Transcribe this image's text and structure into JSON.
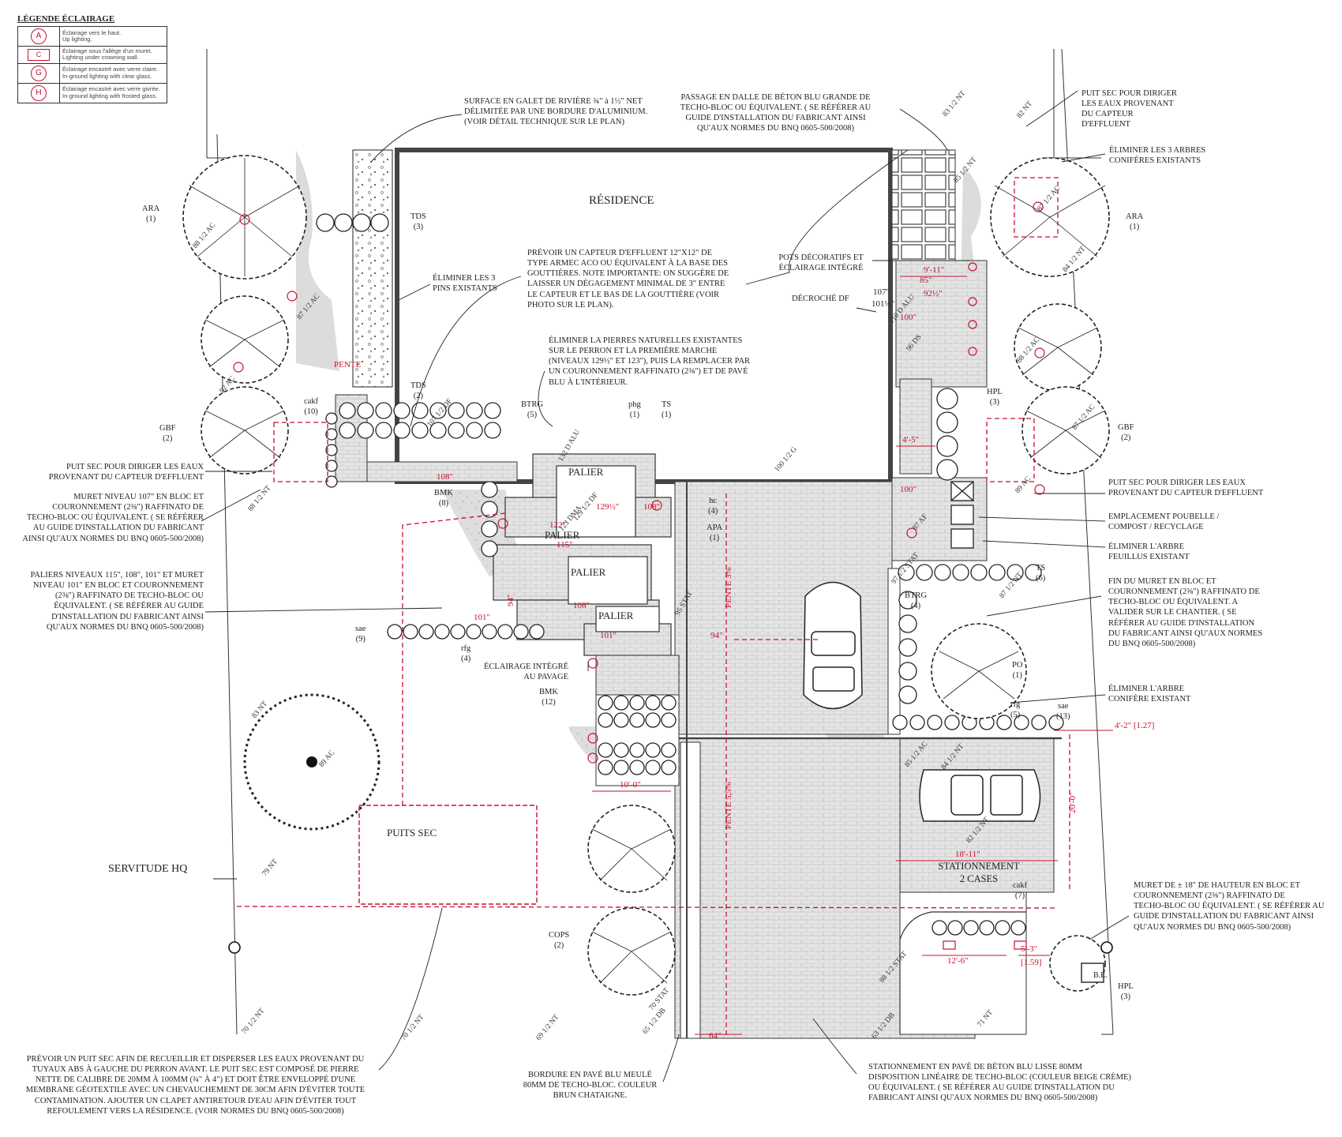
{
  "legend": {
    "title": "LÉGENDE ÉCLAIRAGE",
    "items": [
      {
        "symbol": "A",
        "fr": "Éclairage vers le haut.",
        "en": "Up lighting."
      },
      {
        "symbol": "C",
        "fr": "Éclairage sous l'allège d'un muret.",
        "en": "Lighting under crowning wall."
      },
      {
        "symbol": "G",
        "fr": "Éclairage encastré avec verre claire.",
        "en": "In-ground lighting with clear glass."
      },
      {
        "symbol": "H",
        "fr": "Éclairage encastré avec verre givrée.",
        "en": "In-ground lighting with frosted glass."
      }
    ]
  },
  "labels": {
    "residence": "RÉSIDENCE",
    "palier": "PALIER",
    "puits_sec": "PUITS SEC",
    "servitude": "SERVITUDE HQ",
    "stationnement": "STATIONNEMENT\n2 CASES",
    "pente": "PENTE",
    "pente_3": "PENTE 3%",
    "pente_55": "PENTE 5,5%",
    "be": "B.E."
  },
  "plants": {
    "ara_l": "ARA\n(1)",
    "ara_r": "ARA\n(1)",
    "gbf_l": "GBF\n(2)",
    "gbf_r": "GBF\n(2)",
    "tds3": "TDS\n(3)",
    "tds2": "TDS\n(2)",
    "cakf10": "cakf\n(10)",
    "cakf7": "cakf\n(7)",
    "btrg5": "BTRG\n(5)",
    "btrg4": "BTRG\n(4)",
    "phg": "phg\n(1)",
    "ts1": "TS\n(1)",
    "ts6": "TS\n(6)",
    "bmk8": "BMK\n(8)",
    "bmk12": "BMK\n(12)",
    "hc": "hc\n(4)",
    "apa": "APA\n(1)",
    "sae9": "sae\n(9)",
    "sae13": "sae\n(13)",
    "rfg4": "rfg\n(4)",
    "rfg5": "rfg\n(5)",
    "hpl3a": "HPL\n(3)",
    "hpl3b": "HPL\n(3)",
    "po": "PO\n(1)",
    "cops": "COPS\n(2)"
  },
  "dims": {
    "d108a": "108\"",
    "d122": "122\"",
    "d115": "115\"",
    "d129": "129½\"",
    "d108b": "108\"",
    "d94a": "94\"",
    "d101a": "101\"",
    "d108c": "108\"",
    "d101b": "101\"",
    "d94b": "94\"",
    "d64": "64\"",
    "d100a": "100\"",
    "d100b": "100\"",
    "d85": "85\"",
    "d925": "92½\"",
    "d911": "9'-11\"",
    "d45": "4'-5\"",
    "d100": "10'-0\"",
    "d1811": "18'-11\"",
    "d200": "20'-0\"",
    "d126": "12'-6\"",
    "d53": "5'-3\"",
    "d159": "[1.59]",
    "d42": "4'-2\" [1.27]",
    "d107": "107\"",
    "d1015": "101½\"",
    "d95stat": "95 STAT",
    "d123dma": "123 DMA",
    "d129df": "129 1/2 DF",
    "d132dalu": "132 D ALU"
  },
  "elevations": [
    "88 1/2 AC",
    "87 1/2 AC",
    "92 AC",
    "88 1/2 NT",
    "83 NT",
    "89 AC",
    "79 NT",
    "70 1/2 NT",
    "70 1/2 NT",
    "69 1/2 NT",
    "65 1/2 DB",
    "70 STAT",
    "107 1/2 DF",
    "100 1/2 G",
    "96 DS",
    "87 AF",
    "97 1/2 STAT",
    "87 1/2 NT",
    "85 1/2 AC",
    "84 1/2 NT",
    "82 1/2 NT",
    "88 1/2 STAT",
    "63 1/2 DB",
    "71 NT",
    "83 1/2 NT",
    "82 NT",
    "85 1/2 NT",
    "87 1/2 AC",
    "84 1/2 NT",
    "88 1/2 AC",
    "87 1/2 AC",
    "89 AC",
    "110 D ALU"
  ],
  "notes": {
    "surface_galet": "SURFACE EN GALET DE RIVIÈRE ¾\" à 1½\" NET\nDÉLIMITÉE PAR UNE BORDURE D'ALUMINIUM.\n(VOIR DÉTAIL TECHNIQUE SUR LE PLAN)",
    "passage_dalle": "PASSAGE EN DALLE DE BÉTON BLU GRANDE DE\nTECHO-BLOC OU ÉQUIVALENT. ( SE RÉFÉRER AU\nGUIDE D'INSTALLATION DU FABRICANT AINSI\nQU'AUX NORMES DU BNQ 0605-500/2008)",
    "puit_sec_tr": "PUIT SEC POUR DIRIGER\nLES EAUX PROVENANT\nDU CAPTEUR\nD'EFFLUENT",
    "eliminer_3_arbres": "ÉLIMINER LES 3 ARBRES\nCONIFÈRES EXISTANTS",
    "eliminer_3_pins": "ÉLIMINER LES 3\nPINS EXISTANTS",
    "capteur": "PRÉVOIR UN CAPTEUR D'EFFLUENT 12\"X12\" DE\nTYPE ARMEC ACO OU ÉQUIVALENT À LA BASE DES\nGOUTTIÈRES. NOTE IMPORTANTE: ON SUGGÈRE DE\nLAISSER UN DÉGAGEMENT MINIMAL DE 3\" ENTRE\nLE CAPTEUR  ET LE BAS DE LA GOUTTIÈRE (VOIR\nPHOTO SUR LE PLAN).",
    "pots": "POTS DÉCORATIFS ET\nÉCLAIRAGE INTÉGRÉ",
    "decroche": "DÉCROCHÉ DF",
    "eliminer_pierres": "ÉLIMINER LA PIERRES NATURELLES EXISTANTES\nSUR LE PERRON ET LA PREMIÈRE MARCHE\n(NIVEAUX 129½\" ET 123\"), PUIS LA REMPLACER PAR\nUN COURONNEMENT RAFFINATO (2⅜\") ET DE PAVÉ\nBLU À L'INTÉRIEUR.",
    "puit_sec_l": "PUIT SEC POUR DIRIGER LES EAUX\nPROVENANT DU CAPTEUR D'EFFLUENT",
    "muret_107": "MURET NIVEAU 107\" EN BLOC ET\nCOURONNEMENT (2⅜\") RAFFINATO DE\nTECHO-BLOC OU ÉQUIVALENT. ( SE RÉFÉRER\nAU GUIDE D'INSTALLATION DU FABRICANT\nAINSI QU'AUX NORMES DU BNQ 0605-500/2008)",
    "paliers": "PALIERS NIVEAUX 115\", 108\", 101\" ET MURET\nNIVEAU 101\" EN BLOC ET COURONNEMENT\n(2⅜\") RAFFINATO DE TECHO-BLOC OU\nÉQUIVALENT. ( SE RÉFÉRER AU GUIDE\nD'INSTALLATION DU FABRICANT AINSI\nQU'AUX NORMES DU BNQ 0605-500/2008)",
    "puit_sec_r": "PUIT SEC POUR DIRIGER LES EAUX\nPROVENANT DU CAPTEUR D'EFFLUENT",
    "poubelle": "EMPLACEMENT POUBELLE /\nCOMPOST / RECYCLAGE",
    "eliminer_feuillus": "ÉLIMINER L'ARBRE\nFEUILLUS EXISTANT",
    "fin_muret": "FIN DU MURET EN BLOC ET\nCOURONNEMENT (2⅜\") RAFFINATO DE\nTECHO-BLOC OU ÉQUIVALENT. A\nVALIDER SUR LE CHANTIER. ( SE\nRÉFÉRER AU GUIDE D'INSTALLATION\nDU FABRICANT AINSI QU'AUX NORMES\nDU BNQ 0605-500/2008)",
    "eclairage_pavage": "ÉCLAIRAGE INTÉGRÉ\nAU PAVAGE",
    "eliminer_conifere": "ÉLIMINER L'ARBRE\nCONIFÈRE EXISTANT",
    "muret_18": "MURET DE ± 18\" DE HAUTEUR EN BLOC ET\nCOURONNEMENT (2⅜\") RAFFINATO DE\nTECHO-BLOC OU ÉQUIVALENT. ( SE RÉFÉRER AU\nGUIDE D'INSTALLATION DU FABRICANT AINSI\nQU'AUX NORMES DU BNQ 0605-500/2008)",
    "prevoir_puit": "PRÉVOIR UN PUIT SEC AFIN DE RECUEILLIR ET DISPERSER LES EAUX PROVENANT DU\nTUYAUX ABS À GAUCHE DU PERRON AVANT. LE PUIT SEC EST COMPOSÉ DE PIERRE\nNETTE DE CALIBRE DE 20MM À 100MM (¾\" À 4\") ET DOIT ÊTRE ENVELOPPÉ D'UNE\nMEMBRANE GÉOTEXTILE AVEC UN CHEVAUCHEMENT DE 30CM AFIN D'ÉVITER TOUTE\nCONTAMINATION. AJOUTER UN CLAPET ANTIRETOUR D'EAU AFIN D'ÉVITER TOUT\nREFOULEMENT VERS LA RÉSIDENCE. (VOIR NORMES DU BNQ 0605-500/2008)",
    "bordure": "BORDURE EN PAVÉ BLU MEULÉ\n80MM DE TECHO-BLOC. COULEUR\nBRUN CHATAIGNE.",
    "stationnement_pave": "STATIONNEMENT EN PAVÉ DE BÉTON BLU LISSE 80MM\nDISPOSITION LINÉAIRE DE TECHO-BLOC (COULEUR BEIGE CRÈME)\nOU ÉQUIVALENT.  ( SE RÉFÉRER AU GUIDE D'INSTALLATION DU\nFABRICANT AINSI QU'AUX NORMES DU BNQ 0605-500/2008)"
  },
  "colors": {
    "line": "#2a2a2a",
    "red": "#c8102e",
    "paving": "#d8d8d8",
    "gravel": "#cfcfcf"
  }
}
